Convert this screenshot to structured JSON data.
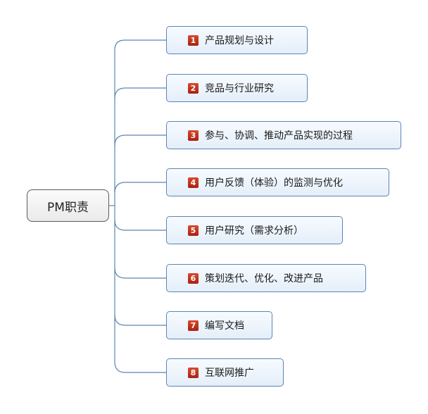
{
  "root": {
    "label": "PM职责"
  },
  "branches": [
    {
      "num": "1",
      "label": "产品规划与设计"
    },
    {
      "num": "2",
      "label": "竞品与行业研究"
    },
    {
      "num": "3",
      "label": "参与、协调、推动产品实现的过程"
    },
    {
      "num": "4",
      "label": "用户反馈（体验）的监测与优化"
    },
    {
      "num": "5",
      "label": "用户研究（需求分析）"
    },
    {
      "num": "6",
      "label": "策划迭代、优化、改进产品"
    },
    {
      "num": "7",
      "label": "编写文档"
    },
    {
      "num": "8",
      "label": "互联网推广"
    }
  ],
  "colors": {
    "connector": "#5b85b5",
    "marker": "#c0321a",
    "branch_border": "#5b85b5",
    "root_border": "#5a5a5a"
  }
}
